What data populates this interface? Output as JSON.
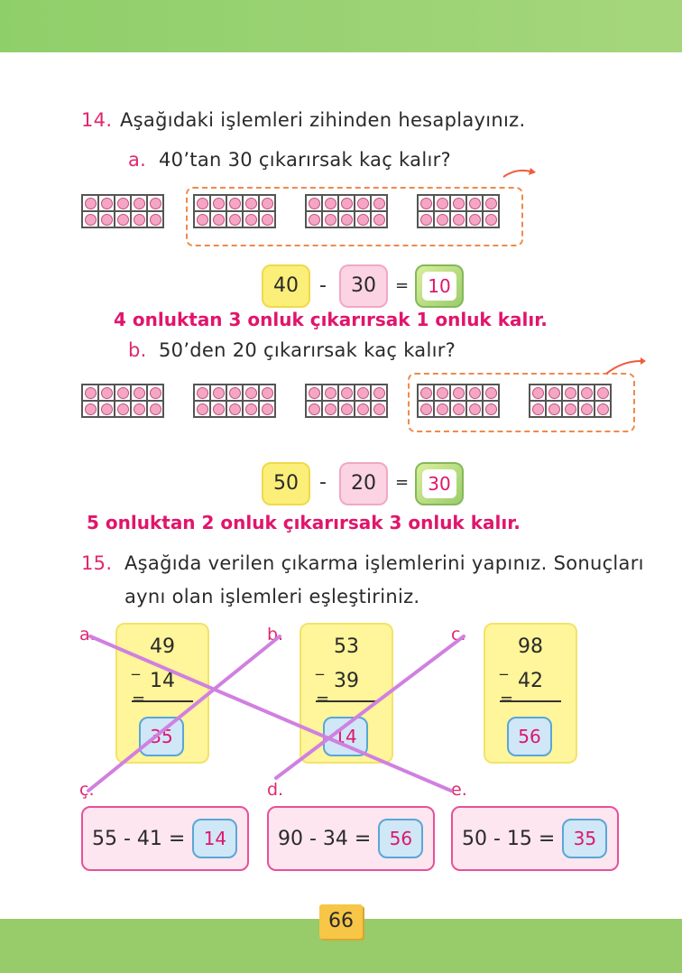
{
  "q14": {
    "number": "14.",
    "text": "Aşağıdaki işlemleri zihinden hesaplayınız.",
    "a": {
      "label": "a.",
      "question": "40’tan 30 çıkarırsak kaç kalır?",
      "eq": {
        "left": "40",
        "op": "-",
        "right": "30",
        "eqsign": "=",
        "result": "10"
      },
      "explanation": "4 onluktan 3 onluk çıkarırsak 1 onluk kalır."
    },
    "b": {
      "label": "b.",
      "question": "50’den 20 çıkarırsak kaç kalır?",
      "eq": {
        "left": "50",
        "op": "-",
        "right": "20",
        "eqsign": "=",
        "result": "30"
      },
      "explanation": "5 onluktan 2 onluk çıkarırsak 3 onluk kalır."
    }
  },
  "q15": {
    "number": "15.",
    "line1": "Aşağıda verilen çıkarma işlemlerini yapınız. Sonuçları",
    "line2": "aynı olan işlemleri eşleştiriniz.",
    "cards": [
      {
        "label": "a.",
        "top": "49",
        "bottom": "14",
        "minus": "_",
        "eq": "=",
        "result": "35"
      },
      {
        "label": "b.",
        "top": "53",
        "bottom": "39",
        "minus": "_",
        "eq": "=",
        "result": "14"
      },
      {
        "label": "c.",
        "top": "98",
        "bottom": "42",
        "minus": "_",
        "eq": "=",
        "result": "56"
      }
    ],
    "bottom": [
      {
        "label": "ç.",
        "expr": "55 - 41 =",
        "result": "14"
      },
      {
        "label": "d.",
        "expr": "90 - 34 =",
        "result": "56"
      },
      {
        "label": "e.",
        "expr": "50 - 15 =",
        "result": "35"
      }
    ]
  },
  "page_number": "66",
  "colors": {
    "accent": "#e0286e",
    "answer_red": "#e0156c",
    "header_green": "#98cb6a",
    "match_line": "#d080e0"
  }
}
